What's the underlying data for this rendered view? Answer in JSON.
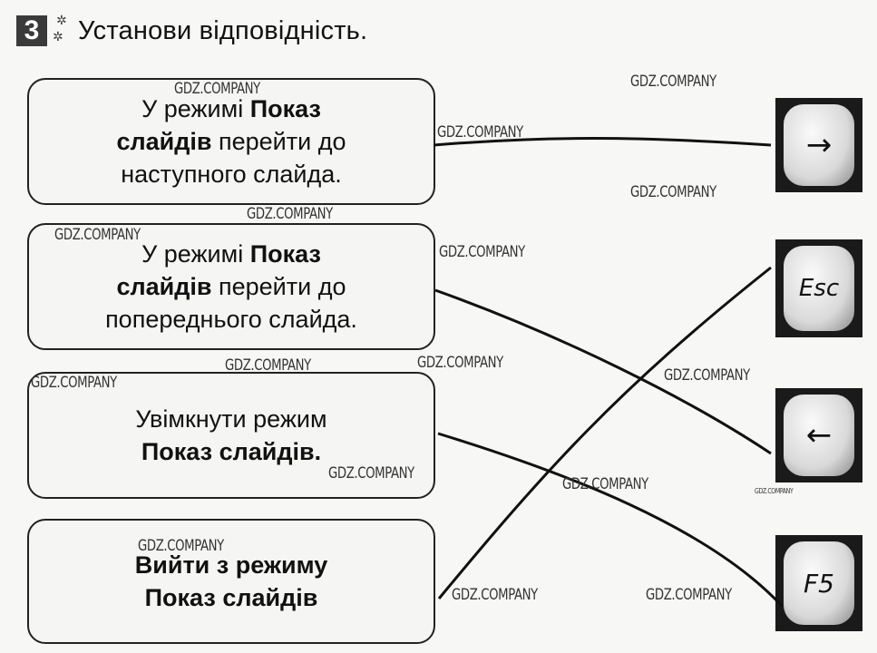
{
  "task": {
    "number": "3",
    "title": "Установи відповідність."
  },
  "tasks": [
    {
      "pre": "У режимі ",
      "bold": "Показ",
      "bold2": "слайдів",
      "post": " перейти до",
      "line3": "наступного слайда."
    },
    {
      "pre": "У режимі ",
      "bold": "Показ",
      "bold2": "слайдів",
      "post": " перейти до",
      "line3": "попереднього слайда."
    },
    {
      "line1": "Увімкнути режим",
      "line2": "Показ слайдів."
    },
    {
      "line1": "Вийти з режиму",
      "line2": "Показ слайдів"
    }
  ],
  "keys": [
    {
      "icon": "right-arrow-key-icon",
      "label": "→"
    },
    {
      "icon": "esc-key-icon",
      "label": "Esc"
    },
    {
      "icon": "left-arrow-key-icon",
      "label": "←"
    },
    {
      "icon": "f5-key-icon",
      "label": "F5"
    }
  ],
  "matches": [
    {
      "task": 1,
      "key": "→"
    },
    {
      "task": 2,
      "key": "←"
    },
    {
      "task": 3,
      "key": "F5"
    },
    {
      "task": 4,
      "key": "Esc"
    }
  ],
  "watermark": "GDZ.COMPANY",
  "colors": {
    "key_background": "#1a1a1a",
    "line": "#111111"
  }
}
